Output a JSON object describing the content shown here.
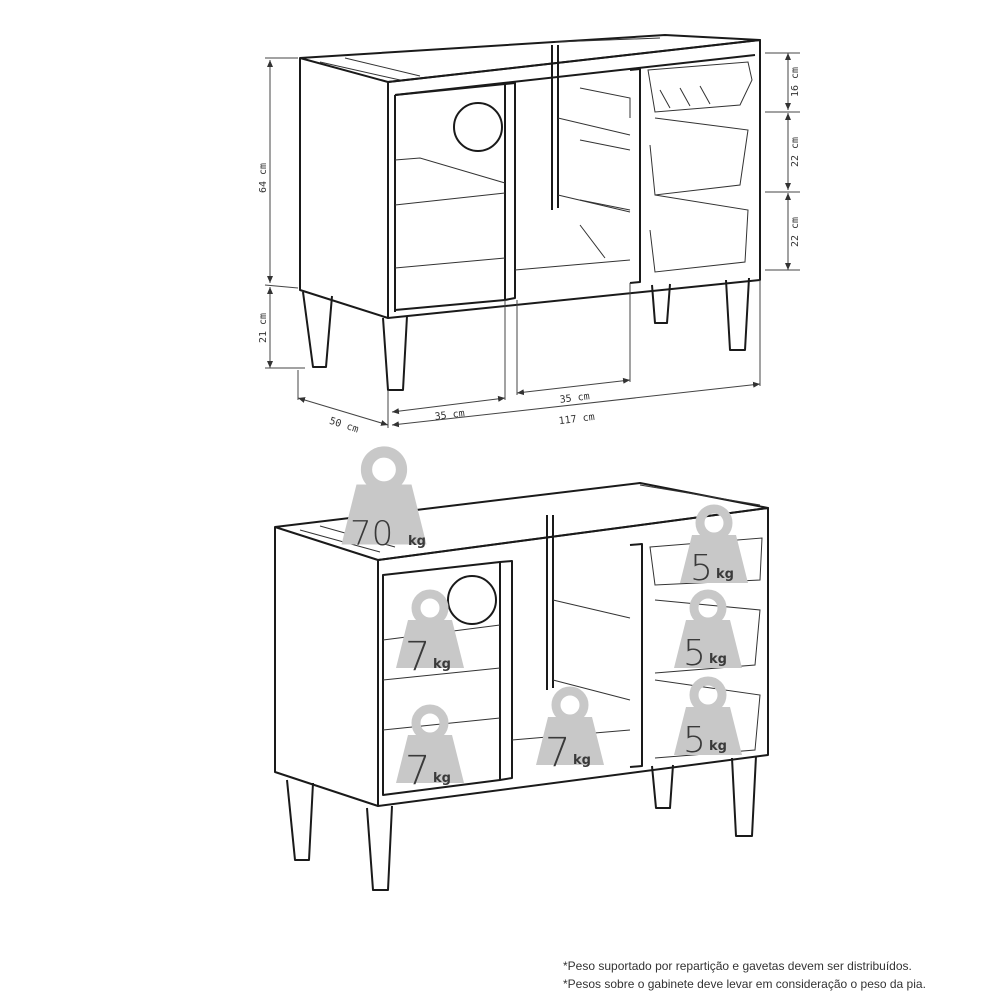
{
  "diagram": {
    "type": "furniture-technical-drawing",
    "top_view": {
      "dimensions": {
        "height_body": "64 cm",
        "height_legs": "21 cm",
        "depth": "50 cm",
        "width_total": "117 cm",
        "width_left_compartment": "35 cm",
        "width_middle_compartment": "35 cm",
        "drawer_1_height": "16 cm",
        "drawer_2_height": "22 cm",
        "drawer_3_height": "22 cm"
      }
    },
    "bottom_view": {
      "weights": {
        "top": {
          "value": "70",
          "unit": "kg"
        },
        "left_upper_shelf": {
          "value": "7",
          "unit": "kg"
        },
        "left_lower_shelf": {
          "value": "7",
          "unit": "kg"
        },
        "middle_compartment": {
          "value": "7",
          "unit": "kg"
        },
        "drawer_1": {
          "value": "5",
          "unit": "kg"
        },
        "drawer_2": {
          "value": "5",
          "unit": "kg"
        },
        "drawer_3": {
          "value": "5",
          "unit": "kg"
        }
      },
      "weight_icon": "weight-kettlebell-icon",
      "weight_color": "#c8c8c8"
    },
    "footnotes": [
      "*Peso suportado por repartição e gavetas devem ser distribuídos.",
      "*Pesos sobre o gabinete deve levar em consideração o peso da pia."
    ]
  }
}
